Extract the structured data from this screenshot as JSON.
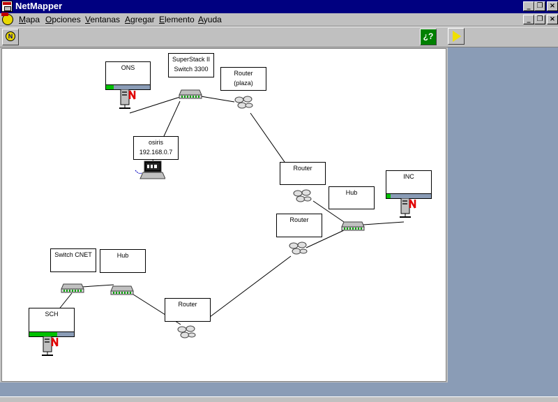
{
  "window": {
    "title": "NetMapper"
  },
  "menu": {
    "items": [
      {
        "label_u": "M",
        "label_rest": "apa"
      },
      {
        "label_u": "O",
        "label_rest": "pciones"
      },
      {
        "label_u": "V",
        "label_rest": "entanas"
      },
      {
        "label_u": "A",
        "label_rest": "gregar"
      },
      {
        "label_u": "E",
        "label_rest": "lemento"
      },
      {
        "label_u": "A",
        "label_rest": "yuda"
      }
    ]
  },
  "toolbar": {
    "new_icon_letter": "N",
    "help_label": "¿?"
  },
  "colors": {
    "canvas_bg": "#ffffff",
    "panel_bg": "#8a9cb6",
    "status_ok": "#00c000",
    "titlebar": "#000080"
  },
  "nodes": {
    "ons": {
      "line1": "ONS",
      "line2": "",
      "status_fraction": 0.18,
      "icon": "server-icon"
    },
    "superstack": {
      "line1": "SuperStack II",
      "line2": "Switch 3300",
      "icon": "switch-icon"
    },
    "router_plaza": {
      "line1": "Router",
      "line2": "(plaza)",
      "icon": "router-icon"
    },
    "osiris": {
      "line1": "osiris",
      "line2": "192.168.0.7",
      "icon": "laptop-icon"
    },
    "router_mid": {
      "line1": "Router",
      "line2": "",
      "icon": "router-icon"
    },
    "inc": {
      "line1": "INC",
      "line2": "",
      "status_fraction": 0.1,
      "icon": "server-icon"
    },
    "hub_right": {
      "line1": "Hub",
      "line2": "",
      "icon": "hub-icon"
    },
    "router_low": {
      "line1": "Router",
      "line2": "",
      "icon": "router-icon"
    },
    "switch_cnet": {
      "line1": "Switch CNET",
      "line2": "",
      "icon": "switch-icon"
    },
    "hub_left": {
      "line1": "Hub",
      "line2": "",
      "icon": "hub-icon"
    },
    "sch": {
      "line1": "SCH",
      "line2": "",
      "status_fraction": 0.62,
      "icon": "server-icon"
    },
    "router_bottom": {
      "line1": "Router",
      "line2": "",
      "icon": "router-icon"
    }
  }
}
